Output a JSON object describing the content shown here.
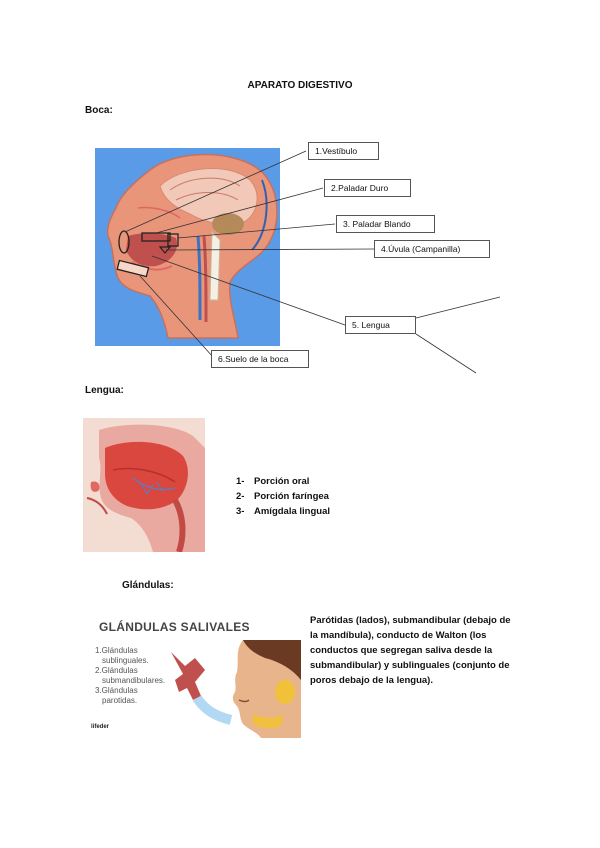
{
  "document": {
    "title": "APARATO DIGESTIVO",
    "sections": {
      "boca": "Boca:",
      "lengua": "Lengua:",
      "glandulas": "Glándulas:"
    }
  },
  "boca_figure": {
    "labels": [
      "1.Vestíbulo",
      "2.Paladar Duro",
      "3. Paladar Blando",
      "4.Úvula (Campanilla)",
      "5. Lengua",
      "6.Suelo de la boca"
    ]
  },
  "lengua_list": [
    {
      "num": "1-",
      "text": "Porción oral"
    },
    {
      "num": "2-",
      "text": "Porción faríngea"
    },
    {
      "num": "3-",
      "text": "Amígdala lingual"
    }
  ],
  "glandulas_figure": {
    "title": "GLÁNDULAS SALIVALES",
    "items": [
      "1.Glándulas",
      "sublinguales.",
      "2.Glándulas",
      "submandibulares.",
      "3.Glándulas",
      "parotidas."
    ],
    "logo": "lifeder"
  },
  "glandulas_text": [
    "Parótidas (lados), submandibular (debajo de",
    "la mandíbula), conducto de Walton (los",
    "conductos que segregan saliva desde la",
    "submandibular) y sublinguales (conjunto de",
    "poros debajo de la lengua)."
  ],
  "colors": {
    "model_blue": "#5a9be8",
    "flesh": "#e8957a",
    "muscle": "#c0504d",
    "gland_yellow": "#f2c230"
  }
}
